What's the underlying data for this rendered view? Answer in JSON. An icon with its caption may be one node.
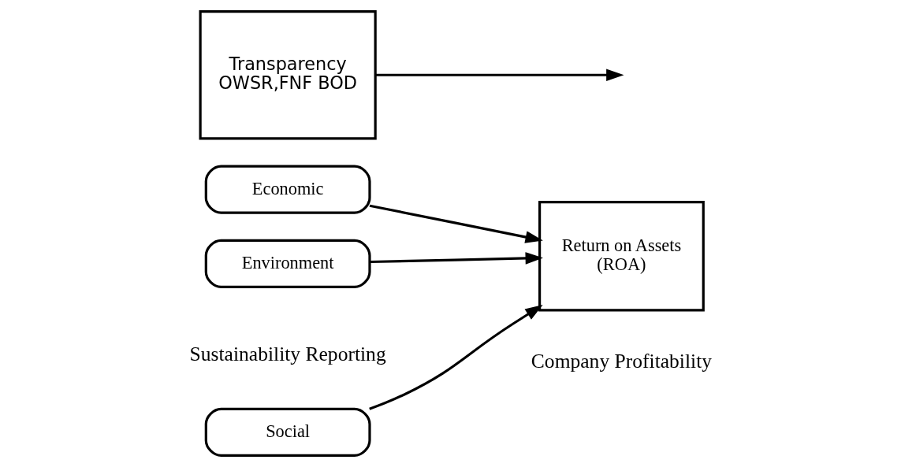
{
  "diagram": {
    "nodes": [
      {
        "text": [
          "Economic"
        ]
      },
      {
        "text": [
          "Social"
        ]
      },
      {
        "text": [
          "Environment"
        ]
      },
      {
        "text": [
          "Return on Assets",
          "(ROA)"
        ]
      },
      {
        "text": [
          "Transparency",
          "OWSR,FNF BOD"
        ]
      }
    ],
    "edges": [
      {
        "from": 0,
        "to": 3,
        "arrow": "to"
      },
      {
        "from": 1,
        "to": 3,
        "arrow": "to"
      },
      {
        "from": 2,
        "to": 3,
        "arrow": "to"
      },
      {
        "from": 4,
        "to": null,
        "arrow": "to"
      }
    ],
    "labels": [
      "Sustainability Reporting",
      "Company Profitability"
    ]
  }
}
